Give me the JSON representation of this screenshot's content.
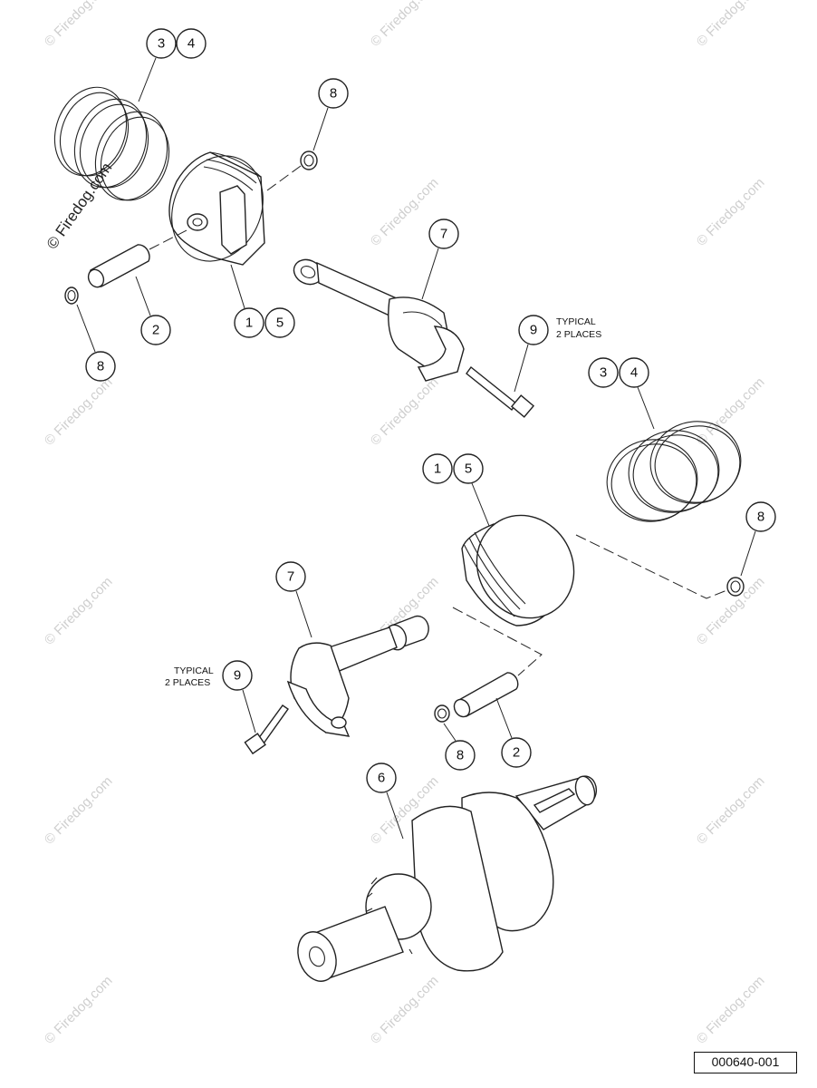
{
  "watermark": {
    "text": "© Firedog.com",
    "color": "#cfcfcf"
  },
  "drawing_code": "000640-001",
  "notes": {
    "typical_line1": "TYPICAL",
    "typical_line2": "2 PLACES"
  },
  "callouts": {
    "c1": "1",
    "c2": "2",
    "c3": "3",
    "c4": "4",
    "c5": "5",
    "c6": "6",
    "c7": "7",
    "c8": "8",
    "c9": "9"
  }
}
